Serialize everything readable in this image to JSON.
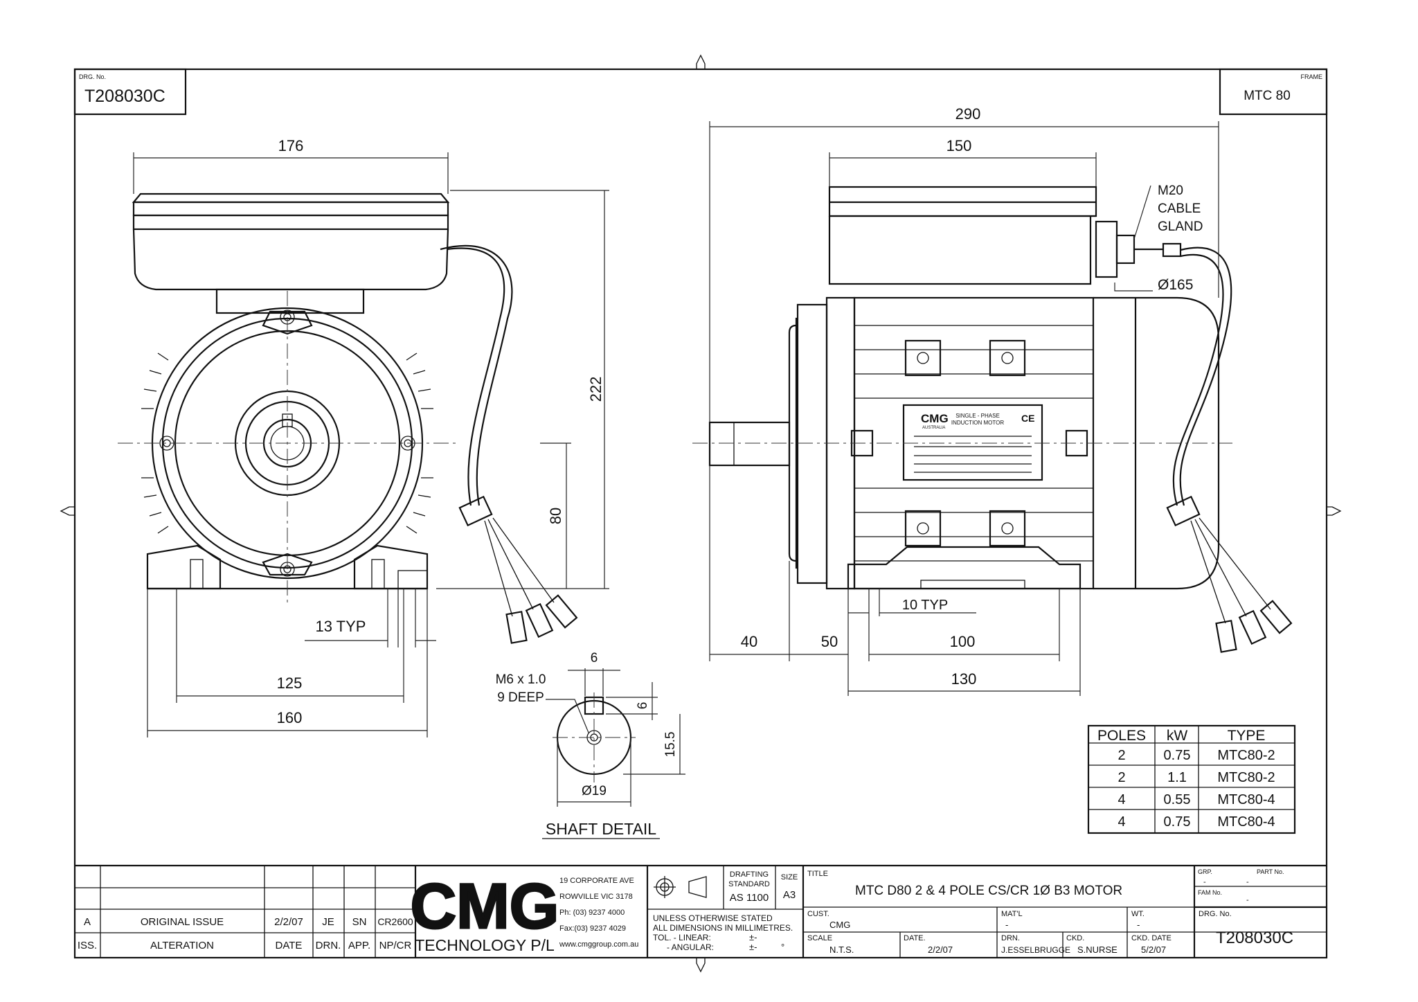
{
  "drawing_number_label": "DRG. No.",
  "drawing_number": "T208030C",
  "frame_label": "FRAME",
  "frame_value": "MTC 80",
  "dimensions": {
    "front_width": "176",
    "front_height": "222",
    "shaft_height": "80",
    "foot_slot": "13  TYP",
    "foot_holes": "125",
    "foot_width": "160",
    "side_length": "290",
    "box_length": "150",
    "shaft_ext": "40",
    "shoulder": "50",
    "side_holes": "100",
    "foot_length": "130",
    "foot_slot_side": "10 TYP",
    "cable_gland_line1": "M20",
    "cable_gland_line2": "CABLE",
    "cable_gland_line3": "GLAND",
    "flange_dia": "Ø165"
  },
  "shaft_detail": {
    "title": "SHAFT DETAIL",
    "thread_line1": "M6 x 1.0",
    "thread_line2": "9 DEEP",
    "key_width": "6",
    "key_depth": "6",
    "key_height": "15.5",
    "diameter": "Ø19"
  },
  "nameplate": {
    "brand": "CMG",
    "sub": "AUSTRALIA",
    "line1": "SINGLE - PHASE",
    "line2": "INDUCTION MOTOR",
    "ce": "CE"
  },
  "type_table": {
    "headers": [
      "POLES",
      "kW",
      "TYPE"
    ],
    "rows": [
      [
        "2",
        "0.75",
        "MTC80-2"
      ],
      [
        "2",
        "1.1",
        "MTC80-2"
      ],
      [
        "4",
        "0.55",
        "MTC80-4"
      ],
      [
        "4",
        "0.75",
        "MTC80-4"
      ]
    ]
  },
  "revision": {
    "row": [
      "A",
      "ORIGINAL ISSUE",
      "2/2/07",
      "JE",
      "SN",
      "CR2600"
    ],
    "headers": [
      "ISS.",
      "ALTERATION",
      "DATE",
      "DRN.",
      "APP.",
      "NP/CR"
    ]
  },
  "company": {
    "logo": "CMG",
    "name": "TECHNOLOGY P/L",
    "addr1": "19 CORPORATE AVE",
    "addr2": "ROWVILLE VIC 3178",
    "ph": "Ph: (03) 9237 4000",
    "fax": "Fax:(03) 9237 4029",
    "web": "www.cmggroup.com.au"
  },
  "standards": {
    "drafting_line1": "DRAFTING",
    "drafting_line2": "STANDARD",
    "drafting_value": "AS 1100",
    "size_label": "SIZE",
    "size_value": "A3",
    "note_line1": "UNLESS OTHERWISE STATED",
    "note_line2": "ALL DIMENSIONS IN MILLIMETRES.",
    "tol_linear": "TOL.  - LINEAR:",
    "tol_angular": "- ANGULAR:",
    "pm1": "±-",
    "pm2": "±-",
    "deg": "°"
  },
  "title_block": {
    "title_label": "TITLE",
    "title_value": "MTC D80    2 & 4 POLE   CS/CR 1Ø    B3 MOTOR",
    "grp_label": "GRP.",
    "part_label": "PART No.",
    "grp_value": "-",
    "part_value": "-",
    "fam_label": "FAM No.",
    "fam_value": "-",
    "cust_label": "CUST.",
    "cust_value": "CMG",
    "matl_label": "MAT'L",
    "matl_value": "-",
    "wt_label": "WT.",
    "wt_value": "-",
    "drg_label": "DRG. No.",
    "drg_value": "T208030C",
    "scale_label": "SCALE",
    "scale_value": "N.T.S.",
    "date_label": "DATE.",
    "date_value": "2/2/07",
    "drn_label": "DRN.",
    "drn_value": "J.ESSELBRUGGE",
    "ckd_label": "CKD.",
    "ckd_value": "S.NURSE",
    "ckd_date_label": "CKD. DATE",
    "ckd_date_value": "5/2/07"
  }
}
